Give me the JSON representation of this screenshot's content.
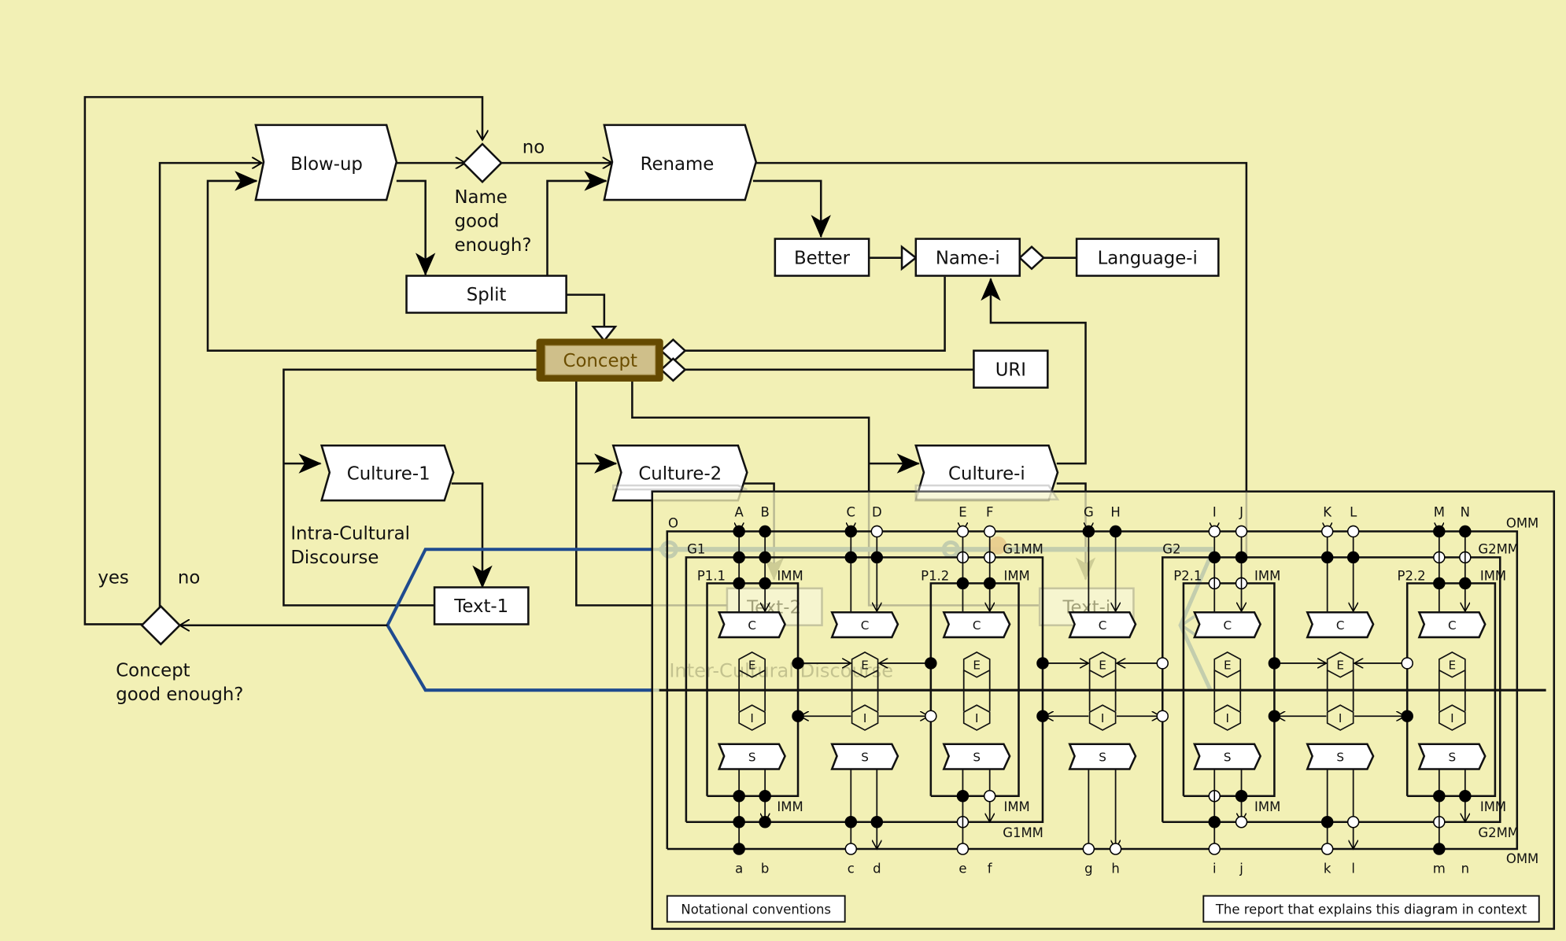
{
  "diagram": {
    "background": "#f2f0b5",
    "concept_fill": "#cfbf8a",
    "concept_border": "#654a00",
    "concept_text_color": "#6b4d00",
    "discourse_line_color": "#1f4b8f",
    "nodes": {
      "blowup": "Blow-up",
      "rename": "Rename",
      "split": "Split",
      "better": "Better",
      "name_i": "Name-i",
      "language_i": "Language-i",
      "concept": "Concept",
      "uri": "URI",
      "culture_1": "Culture-1",
      "culture_2": "Culture-2",
      "culture_i": "Culture-i",
      "text_1": "Text-1",
      "text_2": "Text-2",
      "text_i": "Text-i"
    },
    "labels": {
      "no_top": "no",
      "name_good_1": "Name",
      "name_good_2": "good",
      "name_good_3": "enough?",
      "yes": "yes",
      "no_bottom": "no",
      "concept_good_1": "Concept",
      "concept_good_2": "good enough?",
      "intra_1": "Intra-Cultural",
      "intra_2": "Discourse",
      "inter": "Inter-Cultural Discourse"
    }
  },
  "overlay": {
    "top_letters": [
      "A",
      "B",
      "C",
      "D",
      "E",
      "F",
      "G",
      "H",
      "I",
      "J",
      "K",
      "L",
      "M",
      "N"
    ],
    "bottom_letters": [
      "a",
      "b",
      "c",
      "d",
      "e",
      "f",
      "g",
      "h",
      "i",
      "j",
      "k",
      "l",
      "m",
      "n"
    ],
    "o_label": "O",
    "g1_label": "G1",
    "g2_label": "G2",
    "g1mm_label": "G1MM",
    "g2mm_label": "G2MM",
    "omm_label": "OMM",
    "imm_label": "IMM",
    "p11": "P1.1",
    "p12": "P1.2",
    "p21": "P2.1",
    "p22": "P2.2",
    "c_label": "C",
    "e_label": "E",
    "i_label": "I",
    "s_label": "S",
    "buttons": {
      "notational": "Notational conventions",
      "report": "The report that explains this diagram in context"
    }
  }
}
